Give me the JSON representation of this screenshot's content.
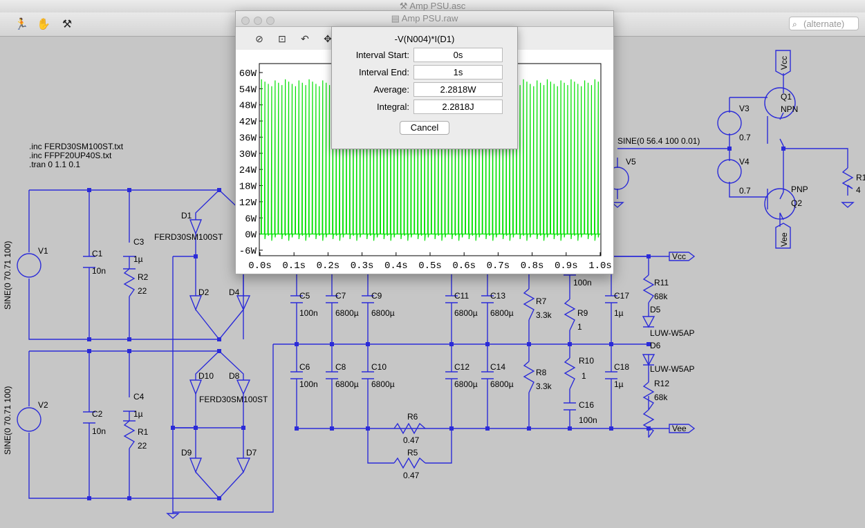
{
  "window": {
    "title": "Amp PSU.asc",
    "title_icon": "wrench-icon"
  },
  "toolbar": {
    "tools": [
      {
        "name": "run-icon",
        "glyph": "🏃"
      },
      {
        "name": "hand-icon",
        "glyph": "✋"
      },
      {
        "name": "probe-icon",
        "glyph": "⚒"
      }
    ],
    "search_placeholder": "(alternate)"
  },
  "schematic": {
    "directives": [
      ".inc FERD30SM100ST.txt",
      ".inc FFPF20UP40S.txt",
      ".tran 0 1.1 0.1"
    ],
    "sources": [
      {
        "name": "V1",
        "value": "SINE(0 70.71 100)"
      },
      {
        "name": "V2",
        "value": "SINE(0 70.71 100)"
      },
      {
        "name": "V3",
        "value": "0.7"
      },
      {
        "name": "V4",
        "value": "0.7"
      },
      {
        "name": "V5",
        "value": "SINE(0 56.4 100 0.01)"
      }
    ],
    "labels": {
      "C1": "C1",
      "C1v": "10n",
      "C2": "C2",
      "C2v": "10n",
      "C3": "C3",
      "C3v": "1µ",
      "C4": "C4",
      "C4v": "1µ",
      "R2": "R2",
      "R2v": "22",
      "R1": "R1",
      "R1v": "22",
      "D1": "D1",
      "D1m": "FERD30SM100ST",
      "D2": "D2",
      "D4": "D4",
      "D10": "D10",
      "D8": "D8",
      "D8m": "FERD30SM100ST",
      "D9": "D9",
      "D7": "D7",
      "C5": "C5",
      "C5v": "100n",
      "C6": "C6",
      "C6v": "100n",
      "C7": "C7",
      "C7v": "6800µ",
      "C8": "C8",
      "C8v": "6800µ",
      "C9": "C9",
      "C9v": "6800µ",
      "C10": "C10",
      "C10v": "6800µ",
      "C11": "C11",
      "C11v": "6800µ",
      "C12": "C12",
      "C12v": "6800µ",
      "C13": "C13",
      "C13v": "6800µ",
      "C14": "C14",
      "C14v": "6800µ",
      "R7": "R7",
      "R7v": "3.3k",
      "R8": "R8",
      "R8v": "3.3k",
      "R9": "R9",
      "R9v": "1",
      "R10": "R10",
      "R10v": "1",
      "C15v": "100n",
      "C16": "C16",
      "C16v": "100n",
      "C17": "C17",
      "C17v": "1µ",
      "C18": "C18",
      "C18v": "1µ",
      "R11": "R11",
      "R11v": "68k",
      "R12": "R12",
      "R12v": "68k",
      "D5": "D5",
      "D5m": "LUW-W5AP",
      "D6": "D6",
      "D6m": "LUW-W5AP",
      "R6": "R6",
      "R6v": "0.47",
      "R5": "R5",
      "R5v": "0.47",
      "Q1": "Q1",
      "Q1t": "NPN",
      "Q2": "Q2",
      "Q2t": "PNP",
      "Rload": "R1",
      "Rloadv": "4",
      "Vcc": "Vcc",
      "Vee": "Vee"
    }
  },
  "plot_window": {
    "title": "Amp PSU.raw",
    "tools": [
      "zoom-cancel-icon",
      "autorange-icon",
      "undo-zoom-icon",
      "pan-icon"
    ]
  },
  "chart_data": {
    "type": "line",
    "series": [
      {
        "color": "#00e000"
      }
    ],
    "x_ticks": [
      "0.0s",
      "0.1s",
      "0.2s",
      "0.3s",
      "0.4s",
      "0.5s",
      "0.6s",
      "0.7s",
      "0.8s",
      "0.9s",
      "1.0s"
    ],
    "y_ticks": [
      "60W",
      "54W",
      "48W",
      "42W",
      "36W",
      "30W",
      "24W",
      "18W",
      "12W",
      "6W",
      "0W",
      "-6W"
    ],
    "xlim": [
      0,
      1
    ],
    "ylim": [
      -6,
      60
    ],
    "pulse_frequency_hz": 100,
    "pulse_peak_w": 57.5,
    "pulse_dip_w": -2.5
  },
  "dialog": {
    "title": "-V(N004)*I(D1)",
    "fields": [
      {
        "label": "Interval Start:",
        "value": "0s"
      },
      {
        "label": "Interval End:",
        "value": "1s"
      },
      {
        "label": "Average:",
        "value": "2.2818W"
      },
      {
        "label": "Integral:",
        "value": "2.2818J"
      }
    ],
    "cancel_label": "Cancel"
  }
}
